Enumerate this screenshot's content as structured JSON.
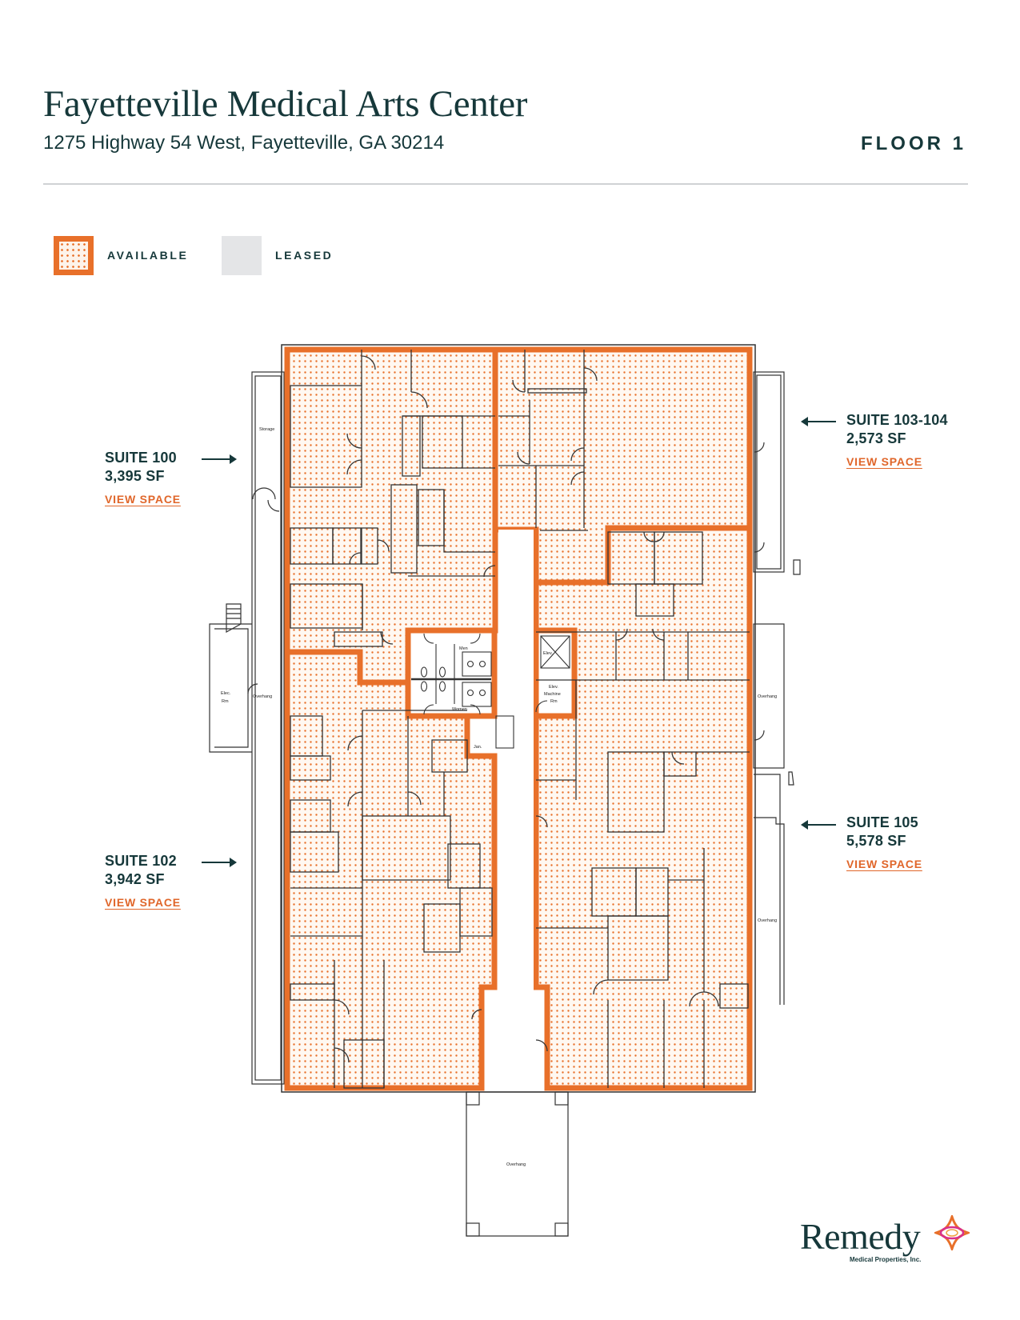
{
  "header": {
    "title": "Fayetteville Medical Arts Center",
    "address": "1275 Highway 54 West, Fayetteville, GA 30214",
    "floor": "FLOOR 1"
  },
  "legend": {
    "available_label": "AVAILABLE",
    "leased_label": "LEASED",
    "available_color": "#e8702a",
    "leased_color": "#e4e5e7"
  },
  "suites": [
    {
      "name": "SUITE 100",
      "size": "3,395 SF",
      "link": "VIEW SPACE",
      "status": "available"
    },
    {
      "name": "SUITE 103-104",
      "size": "2,573 SF",
      "link": "VIEW SPACE",
      "status": "available"
    },
    {
      "name": "SUITE 102",
      "size": "3,942 SF",
      "link": "VIEW SPACE",
      "status": "available"
    },
    {
      "name": "SUITE 105",
      "size": "5,578 SF",
      "link": "VIEW SPACE",
      "status": "available"
    }
  ],
  "plan_labels": {
    "storage": "Storage",
    "elec_rm_1": "Elec.",
    "elec_rm_2": "Rm",
    "overhang_west": "Overhang",
    "men": "Men",
    "women": "Women",
    "jan": "Jan.",
    "elev": "Elev.",
    "elev_machine_1": "Elev.",
    "elev_machine_2": "Machine",
    "elev_machine_3": "Rm",
    "overhang_east_1": "Overhang",
    "overhang_east_2": "Overhang",
    "overhang_south": "Overhang"
  },
  "logo": {
    "name": "Remedy",
    "subtitle": "Medical Properties, Inc."
  }
}
